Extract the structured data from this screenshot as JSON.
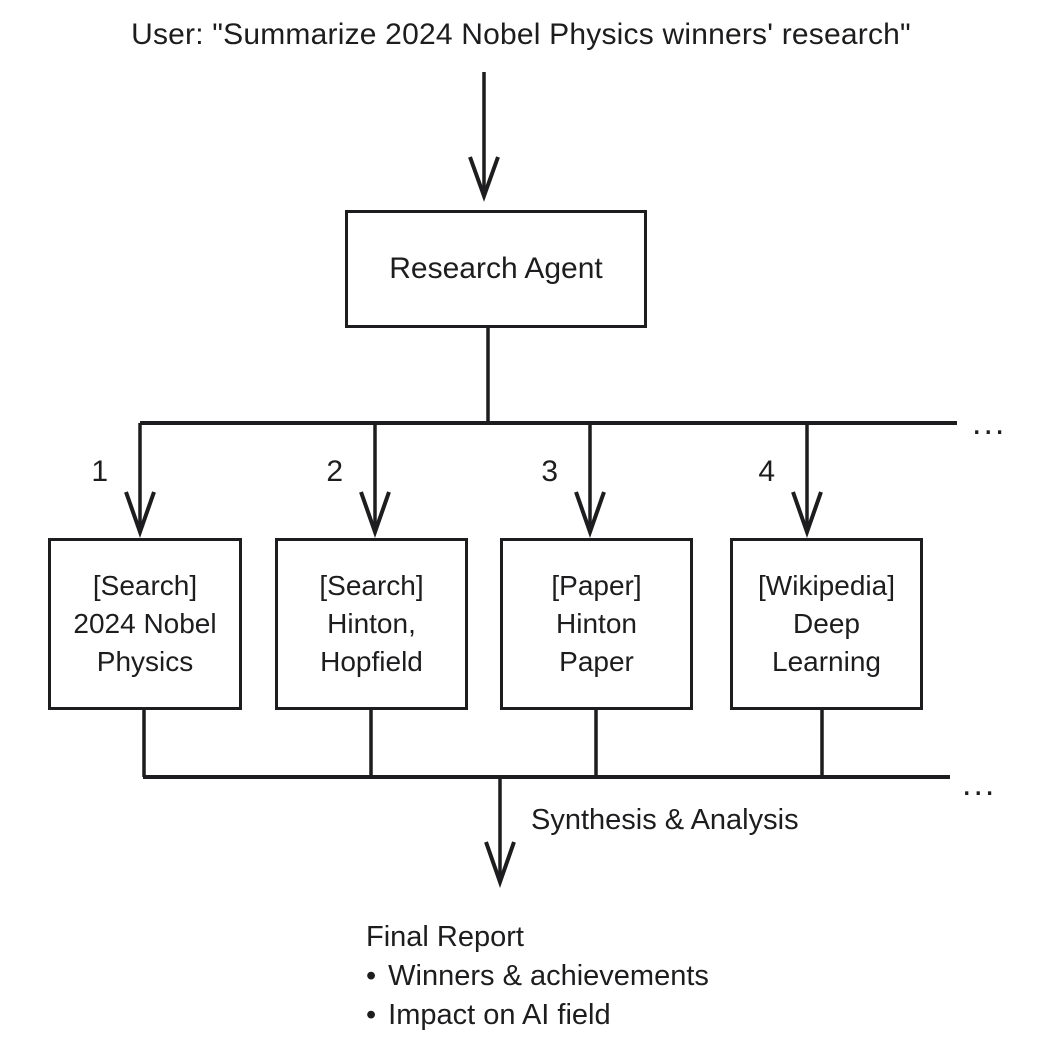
{
  "diagram": {
    "user_query": "User: \"Summarize 2024 Nobel Physics winners' research\"",
    "agent_label": "Research Agent",
    "ellipsis_top": "...",
    "ellipsis_bottom": "...",
    "branches": [
      {
        "number": "1",
        "lines": [
          "[Search]",
          "2024 Nobel",
          "Physics"
        ]
      },
      {
        "number": "2",
        "lines": [
          "[Search]",
          "Hinton,",
          "Hopfield"
        ]
      },
      {
        "number": "3",
        "lines": [
          "[Paper]",
          "Hinton",
          "Paper"
        ]
      },
      {
        "number": "4",
        "lines": [
          "[Wikipedia]",
          "Deep",
          "Learning"
        ]
      }
    ],
    "synthesis_label": "Synthesis & Analysis",
    "final_report": {
      "title": "Final Report",
      "bullet_glyph": "•",
      "bullets": [
        "Winners & achievements",
        "Impact on AI field"
      ]
    },
    "line_color": "#1d1d1f",
    "background_color": "#ffffff"
  }
}
